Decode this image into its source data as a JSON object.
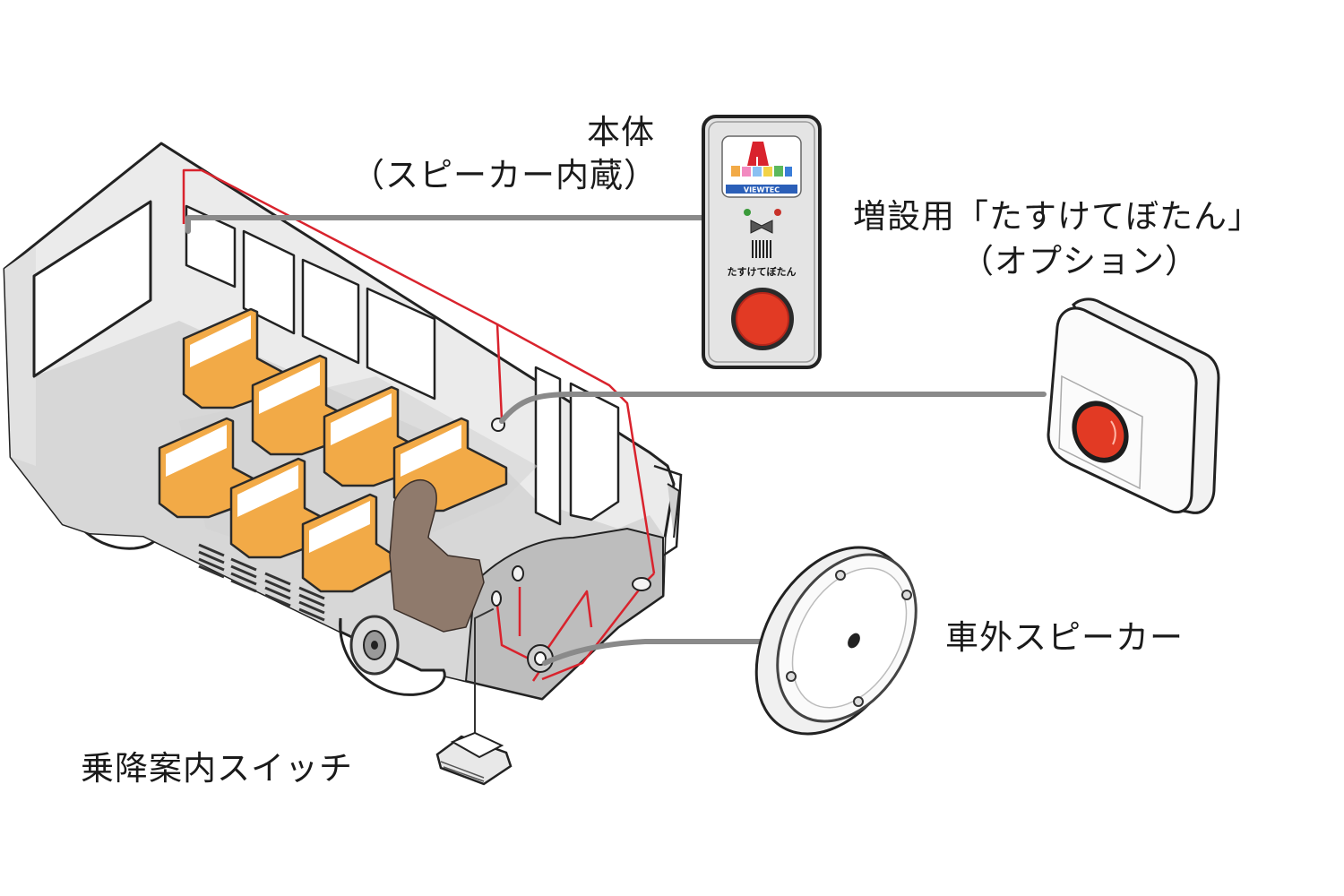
{
  "diagram": {
    "title": "Bus passenger alert system layout",
    "components": {
      "main_unit": {
        "label_line1": "本体",
        "label_line2": "（スピーカー内蔵）",
        "logo_brand": "VIEWTEC",
        "button_caption": "たすけてぼたん"
      },
      "extra_button": {
        "label_line1": "増設用「たすけてぼたん」",
        "label_line2": "（オプション）"
      },
      "external_speaker": {
        "label": "車外スピーカー"
      },
      "boarding_switch": {
        "label": "乗降案内スイッチ"
      }
    },
    "colors": {
      "bus_body": "#e9e9e9",
      "bus_shade": "#cfcfcf",
      "seat": "#f2aa47",
      "seat_back": "#ffffff",
      "driver_seat": "#8f7a6c",
      "wiring": "#d9232d",
      "cable": "#8a8a8a",
      "button_red": "#e23a24",
      "outline": "#222222"
    }
  }
}
